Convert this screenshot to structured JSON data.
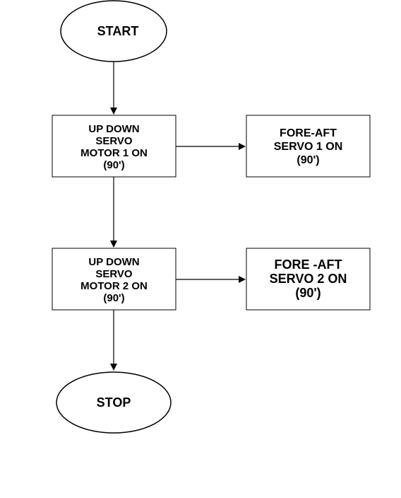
{
  "diagram": {
    "nodes": {
      "start": {
        "label": "START",
        "shape": "ellipse"
      },
      "updown1": {
        "label": "UP DOWN\nSERVO\nMOTOR 1 ON\n(90')",
        "shape": "rectangle"
      },
      "foreaft1": {
        "label": "FORE-AFT\nSERVO 1 ON\n(90')",
        "shape": "rectangle"
      },
      "updown2": {
        "label": "UP DOWN\nSERVO\nMOTOR 2 ON\n(90')",
        "shape": "rectangle"
      },
      "foreaft2": {
        "label": "FORE -AFT\nSERVO 2 ON\n(90')",
        "shape": "rectangle"
      },
      "stop": {
        "label": "STOP",
        "shape": "ellipse"
      }
    },
    "edges": [
      {
        "from": "START",
        "to": "UP DOWN SERVO MOTOR 1 ON (90')"
      },
      {
        "from": "UP DOWN SERVO MOTOR 1 ON (90')",
        "to": "FORE-AFT SERVO 1 ON (90')"
      },
      {
        "from": "UP DOWN SERVO MOTOR 1 ON (90')",
        "to": "UP DOWN SERVO MOTOR 2 ON (90')"
      },
      {
        "from": "UP DOWN SERVO MOTOR 2 ON (90')",
        "to": "FORE -AFT SERVO 2 ON (90')"
      },
      {
        "from": "UP DOWN SERVO MOTOR 2 ON (90')",
        "to": "STOP"
      }
    ],
    "colors": {
      "stroke": "#000000",
      "fill": "#ffffff",
      "text": "#000000"
    }
  }
}
